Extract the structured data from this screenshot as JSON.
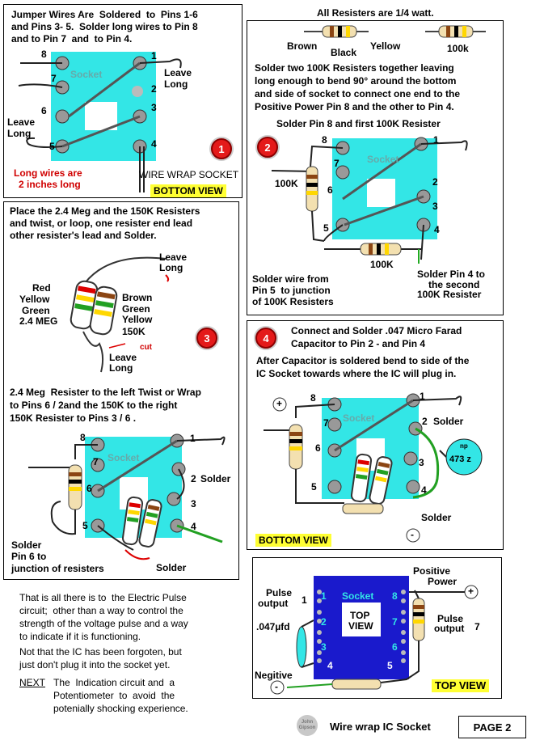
{
  "panel1": {
    "intro": [
      "Jumper Wires Are  Soldered  to  Pins 1-6",
      "and Pins 3- 5.  Solder long wires to Pin 8",
      "and to Pin 7  and  to Pin 4."
    ],
    "socket": "Socket",
    "pins": [
      "1",
      "2",
      "3",
      "4",
      "5",
      "6",
      "7",
      "8"
    ],
    "leave_long_right": [
      "Leave",
      "Long"
    ],
    "leave_long_left": [
      "Leave",
      "Long"
    ],
    "long_wires": [
      "Long wires are",
      "2 inches long"
    ],
    "wire_wrap_socket": "WIRE WRAP SOCKET",
    "bottom_view": "BOTTOM VIEW",
    "step": "1"
  },
  "panel2": {
    "header": "All Resisters are 1/4 watt.",
    "brown": "Brown",
    "black": "Black",
    "yellow": "Yellow",
    "value_100k": "100k",
    "instructions": [
      "Solder two 100K Resisters together leaving",
      "long enough to bend 90° around the bottom",
      "and side of socket to connect one end to the",
      "Positive Power Pin 8 and the other to Pin 4."
    ],
    "sub_header": "Solder Pin 8 and first 100K Resister",
    "step": "2",
    "socket": "Socket",
    "res_left": "100K",
    "res_bottom": "100K",
    "note_left": [
      "Solder wire from",
      "Pin 5  to junction",
      "of 100K Resisters"
    ],
    "note_right": [
      "Solder Pin 4 to",
      "the second",
      "100K Resister"
    ]
  },
  "panel3": {
    "intro": [
      "Place the 2.4 Meg and the 150K Resisters",
      "and twist, or loop, one resister end lead",
      "other resister's lead and Solder."
    ],
    "leave_long_top": [
      "Leave",
      "Long"
    ],
    "red": "Red",
    "yellow": "Yellow",
    "green": "Green",
    "meg": "2.4 MEG",
    "brown": "Brown",
    "green2": "Green",
    "yellow2": "Yellow",
    "k150": "150K",
    "cut": "cut",
    "leave_long_bottom": [
      "Leave",
      "Long"
    ],
    "step": "3",
    "instructions": [
      "2.4 Meg  Resister to the left Twist or Wrap",
      "to Pins 6 / 2and the 150K to the right",
      "150K Resister to Pins 3 / 6 ."
    ],
    "socket": "Socket",
    "solder_right": "Solder",
    "solder_pin6": [
      "Solder",
      "Pin 6 to",
      "junction of resisters"
    ],
    "solder_bottom": "Solder"
  },
  "panel4": {
    "step": "4",
    "header": [
      "Connect and Solder .047 Micro Farad",
      "Capacitor to Pin 2 - and Pin 4"
    ],
    "instructions": [
      "After Capacitor is soldered bend to side of the",
      "IC Socket towards where the IC will plug in."
    ],
    "plus": "+",
    "minus": "-",
    "socket": "Socket",
    "solder_top": "Solder",
    "solder_bottom": "Solder",
    "cap_np": "np",
    "cap_value": "473 z",
    "bottom_view": "BOTTOM VIEW"
  },
  "panel5": {
    "socket": "Socket",
    "top_view_inner": [
      "TOP",
      "VIEW"
    ],
    "left_pins": [
      "1",
      "2",
      "3",
      "4"
    ],
    "right_pins": [
      "8",
      "7",
      "6",
      "5"
    ],
    "positive_power": [
      "Positive",
      "Power"
    ],
    "pulse_out1": [
      "Pulse",
      "output"
    ],
    "pulse_out7": [
      "Pulse",
      "output"
    ],
    "cap_label": ".047µfd",
    "negitive": "Negitive",
    "top_view": "TOP  VIEW"
  },
  "summary": {
    "text": [
      "That is all there is to  the Electric Pulse",
      "circuit;  other than a way to control the",
      "strength of the voltage pulse and a way",
      "to indicate if it is functioning."
    ],
    "text2": [
      "Not that the IC has been forgoten, but",
      "just don't plug it into the socket yet."
    ],
    "next": "NEXT",
    "next_text": [
      "The  Indication circuit and  a",
      "Potentiometer  to  avoid  the",
      "potenially shocking experience."
    ]
  },
  "footer": {
    "logo": [
      "John",
      "Gipson"
    ],
    "title": "Wire wrap IC Socket",
    "page": "PAGE 2"
  },
  "colors": {
    "socket": "#33e6e6",
    "ic_top": "#1a1acc",
    "badge": "#e41a1a",
    "label_bg": "#ffff33",
    "wire_green": "#22a022"
  }
}
